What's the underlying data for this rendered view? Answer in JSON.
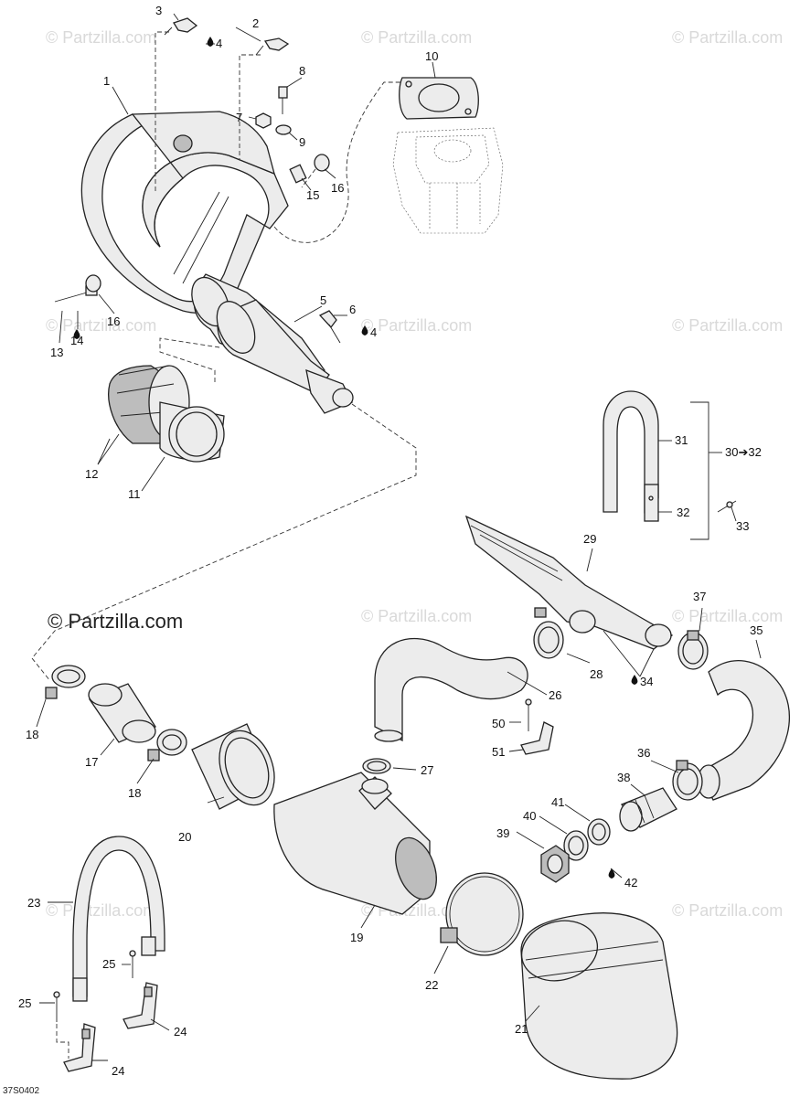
{
  "watermark": "© Partzilla.com",
  "drawing_code": "37S0402",
  "callouts": {
    "c1": "1",
    "c2": "2",
    "c3": "3",
    "c4a": "4",
    "c4b": "4",
    "c5": "5",
    "c6": "6",
    "c7": "7",
    "c8": "8",
    "c9": "9",
    "c10": "10",
    "c11": "11",
    "c12": "12",
    "c13": "13",
    "c14": "14",
    "c15": "15",
    "c16a": "16",
    "c16b": "16",
    "c17": "17",
    "c18a": "18",
    "c18b": "18",
    "c19": "19",
    "c20": "20",
    "c21": "21",
    "c22": "22",
    "c23": "23",
    "c24a": "24",
    "c24b": "24",
    "c25a": "25",
    "c25b": "25",
    "c26": "26",
    "c27": "27",
    "c28": "28",
    "c29": "29",
    "c30": "30➔32",
    "c31": "31",
    "c32": "32",
    "c33": "33",
    "c34": "34",
    "c35": "35",
    "c36": "36",
    "c37": "37",
    "c38": "38",
    "c39": "39",
    "c40": "40",
    "c41": "41",
    "c42": "42",
    "c50": "50",
    "c51": "51"
  }
}
